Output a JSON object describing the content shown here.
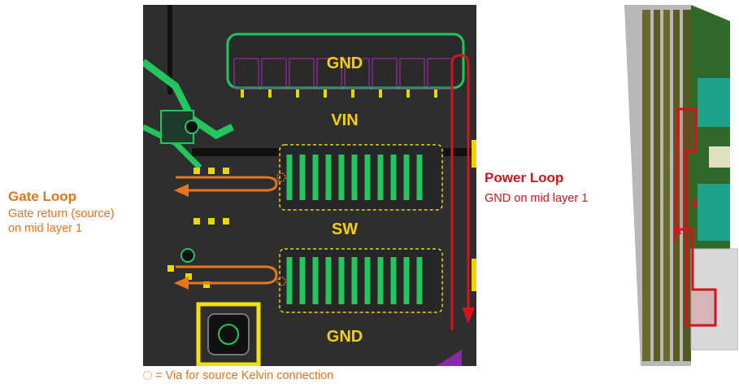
{
  "gate_loop": {
    "title": "Gate Loop",
    "line1": "Gate return (source)",
    "line2": "on mid layer 1",
    "color": "#e8741e"
  },
  "power_loop": {
    "title": "Power Loop",
    "line1": "GND on mid layer 1",
    "color": "#d4141c"
  },
  "pcb_labels": {
    "gnd_top": "GND",
    "vin": "VIN",
    "sw": "SW",
    "gnd_bottom": "GND"
  },
  "caption": {
    "text": "= Via for source Kelvin connection"
  },
  "colors": {
    "pcb_bg": "#2b2b2b",
    "trace": "#22c55e",
    "pad": "#e8d800",
    "label": "#f5d000",
    "silk_pad": "#9a2ba0",
    "board_side": "#5a5a22"
  }
}
